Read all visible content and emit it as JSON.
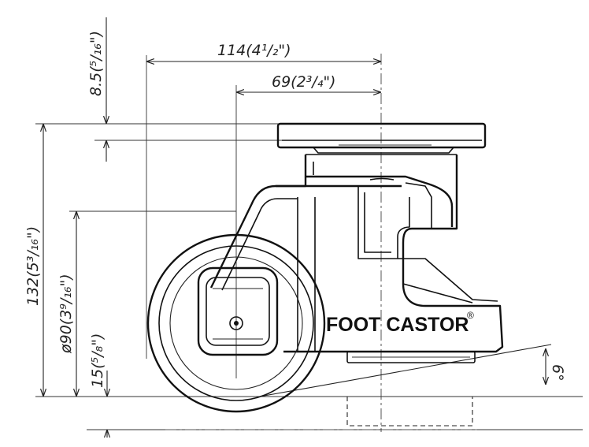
{
  "drawing": {
    "brand_label": "FOOT CASTOR",
    "registered_mark": "®",
    "colors": {
      "line": "#111111",
      "dimension": "#222222",
      "background": "#ffffff"
    }
  },
  "dimensions": {
    "overall_width": "114(4¹/₂\")",
    "offset_width": "69(2³/₄\")",
    "plate_thickness": "8.5(⁵/₁₆\")",
    "overall_height": "132(5³/₁₆\")",
    "wheel_diameter": "ø90(3⁹/₁₆\")",
    "floor_clearance": "15(⁵/₈\")",
    "tilt_angle": "6°"
  }
}
